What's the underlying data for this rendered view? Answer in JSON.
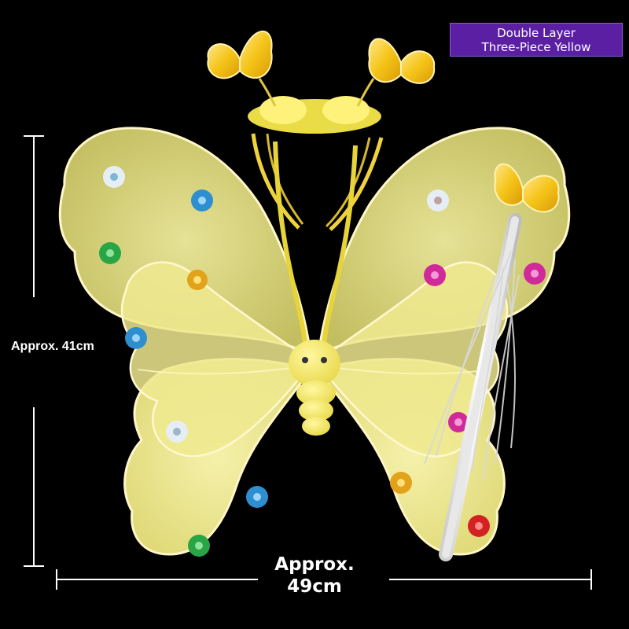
{
  "badge": {
    "line1": "Double Layer",
    "line2": "Three-Piece Yellow",
    "color": "#5b1fa3"
  },
  "dimensions": {
    "height_label": "Approx. 41cm",
    "width_line1": "Approx.",
    "width_line2": "49cm"
  },
  "product": {
    "items": [
      "butterfly-wings",
      "butterfly-headband",
      "butterfly-wand"
    ],
    "wing_color": "#e9e38a",
    "accent_color": "#f5d21e"
  }
}
